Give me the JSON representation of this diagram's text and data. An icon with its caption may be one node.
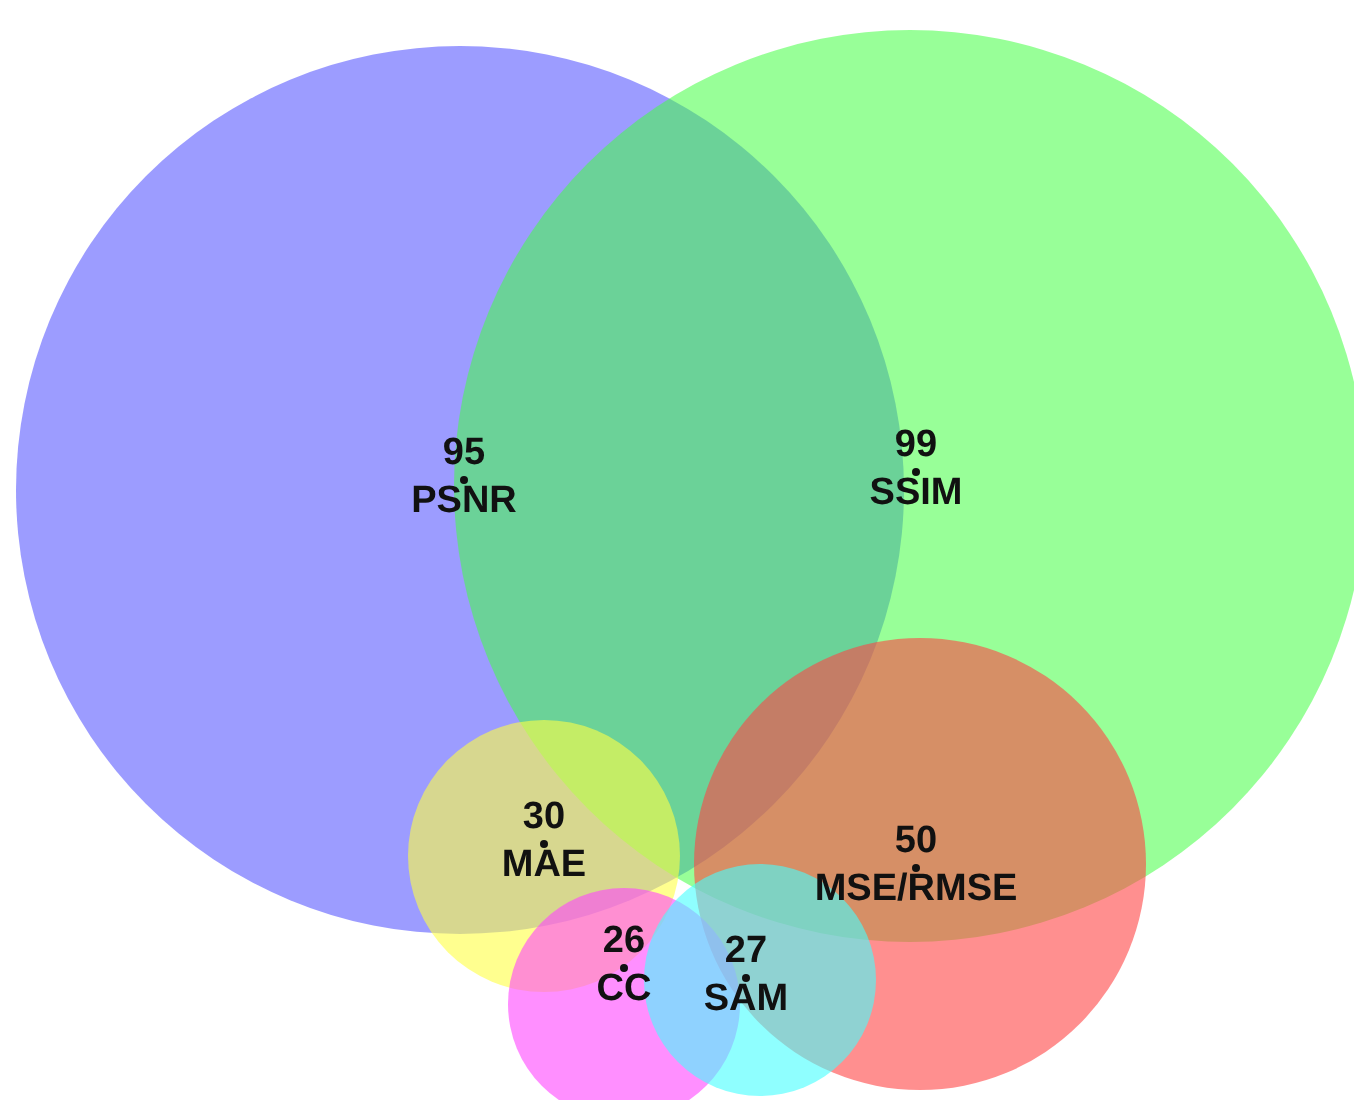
{
  "diagram": {
    "nodes": [
      {
        "text": [
          "95",
          "PSNR"
        ]
      },
      {
        "text": [
          "99",
          "SSIM"
        ]
      },
      {
        "text": [
          "50",
          "MSE/RMSE"
        ]
      },
      {
        "text": [
          "30",
          "MAE"
        ]
      },
      {
        "text": [
          "26",
          "CC"
        ]
      },
      {
        "text": [
          "27",
          "SAM"
        ]
      }
    ]
  }
}
